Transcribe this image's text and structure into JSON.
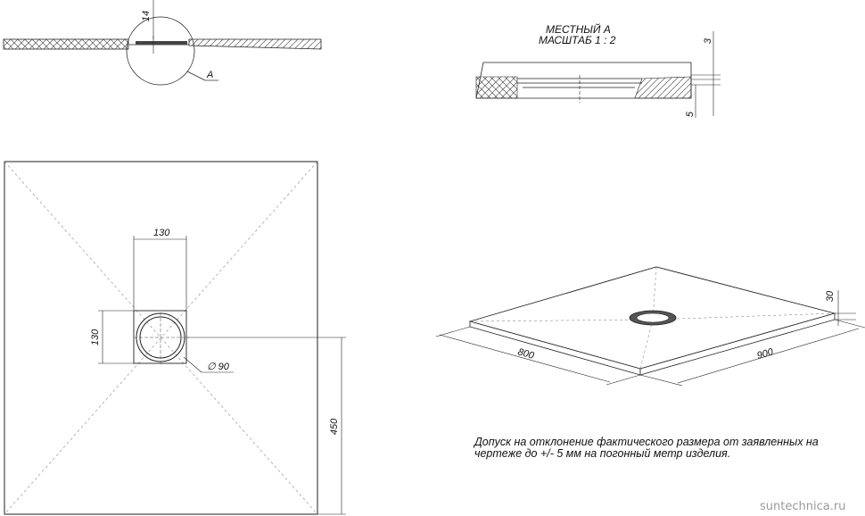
{
  "labels": {
    "detail_callout": "A",
    "detail_title_line1": "МЕСТНЫЙ А",
    "detail_title_line2": "МАСШТАБ 1 : 2",
    "note_line1": "Допуск на отклонение фактического размера от заявленных на",
    "note_line2": "чертеже до +/- 5 мм на погонный метр изделия.",
    "watermark": "suntechnica.ru"
  },
  "dimensions": {
    "section_thickness": "14",
    "detail_top": "3",
    "detail_bottom": "5",
    "drain_width_top": "130",
    "drain_height_left": "130",
    "drain_diameter": "∅ 90",
    "side_right": "450",
    "iso_height": "30",
    "iso_length_left": "800",
    "iso_length_right": "900"
  }
}
